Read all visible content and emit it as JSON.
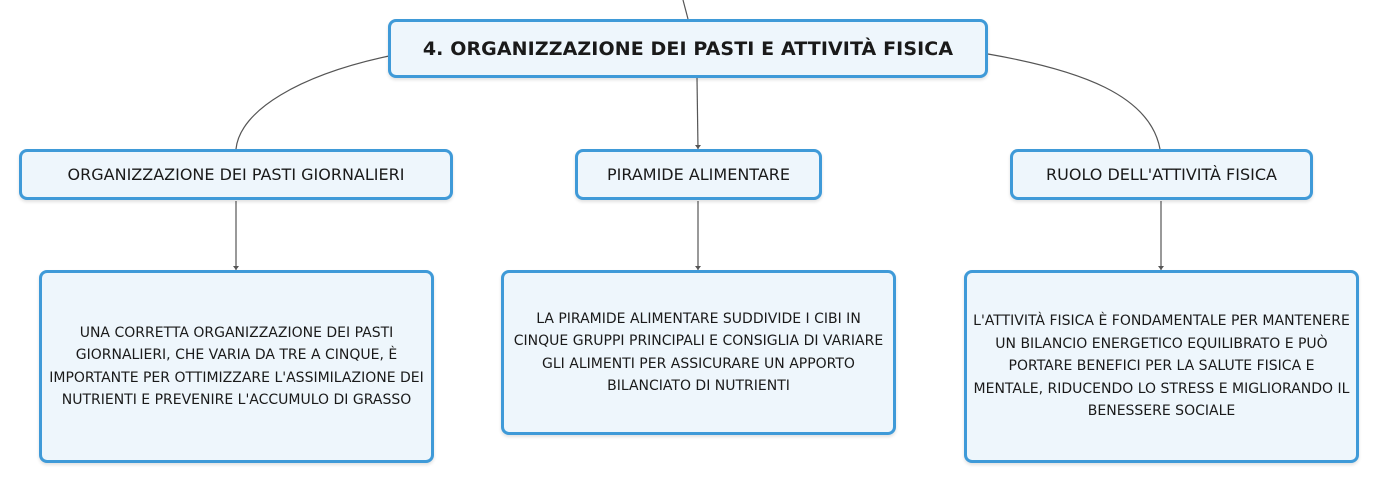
{
  "central": {
    "title": "4. ORGANIZZAZIONE DEI PASTI E ATTIVITÀ FISICA"
  },
  "topics": [
    {
      "title": "ORGANIZZAZIONE DEI PASTI GIORNALIERI",
      "detail": "UNA CORRETTA ORGANIZZAZIONE DEI PASTI GIORNALIERI, CHE VARIA DA TRE A CINQUE, È IMPORTANTE PER OTTIMIZZARE L'ASSIMILAZIONE DEI NUTRIENTI E PREVENIRE L'ACCUMULO DI GRASSO"
    },
    {
      "title": "PIRAMIDE ALIMENTARE",
      "detail": "LA PIRAMIDE ALIMENTARE SUDDIVIDE I CIBI IN CINQUE GRUPPI PRINCIPALI E CONSIGLIA DI VARIARE GLI ALIMENTI PER ASSICURARE UN APPORTO BILANCIATO DI NUTRIENTI"
    },
    {
      "title": "RUOLO DELL'ATTIVITÀ FISICA",
      "detail": "L'ATTIVITÀ FISICA È FONDAMENTALE PER MANTENERE UN BILANCIO ENERGETICO EQUILIBRATO E PUÒ PORTARE BENEFICI PER LA SALUTE FISICA E MENTALE, RIDUCENDO LO STRESS E MIGLIORANDO IL BENESSERE SOCIALE"
    }
  ],
  "colors": {
    "node_border": "#3f9ad8",
    "node_fill": "#eef6fc",
    "connector": "#555555"
  }
}
